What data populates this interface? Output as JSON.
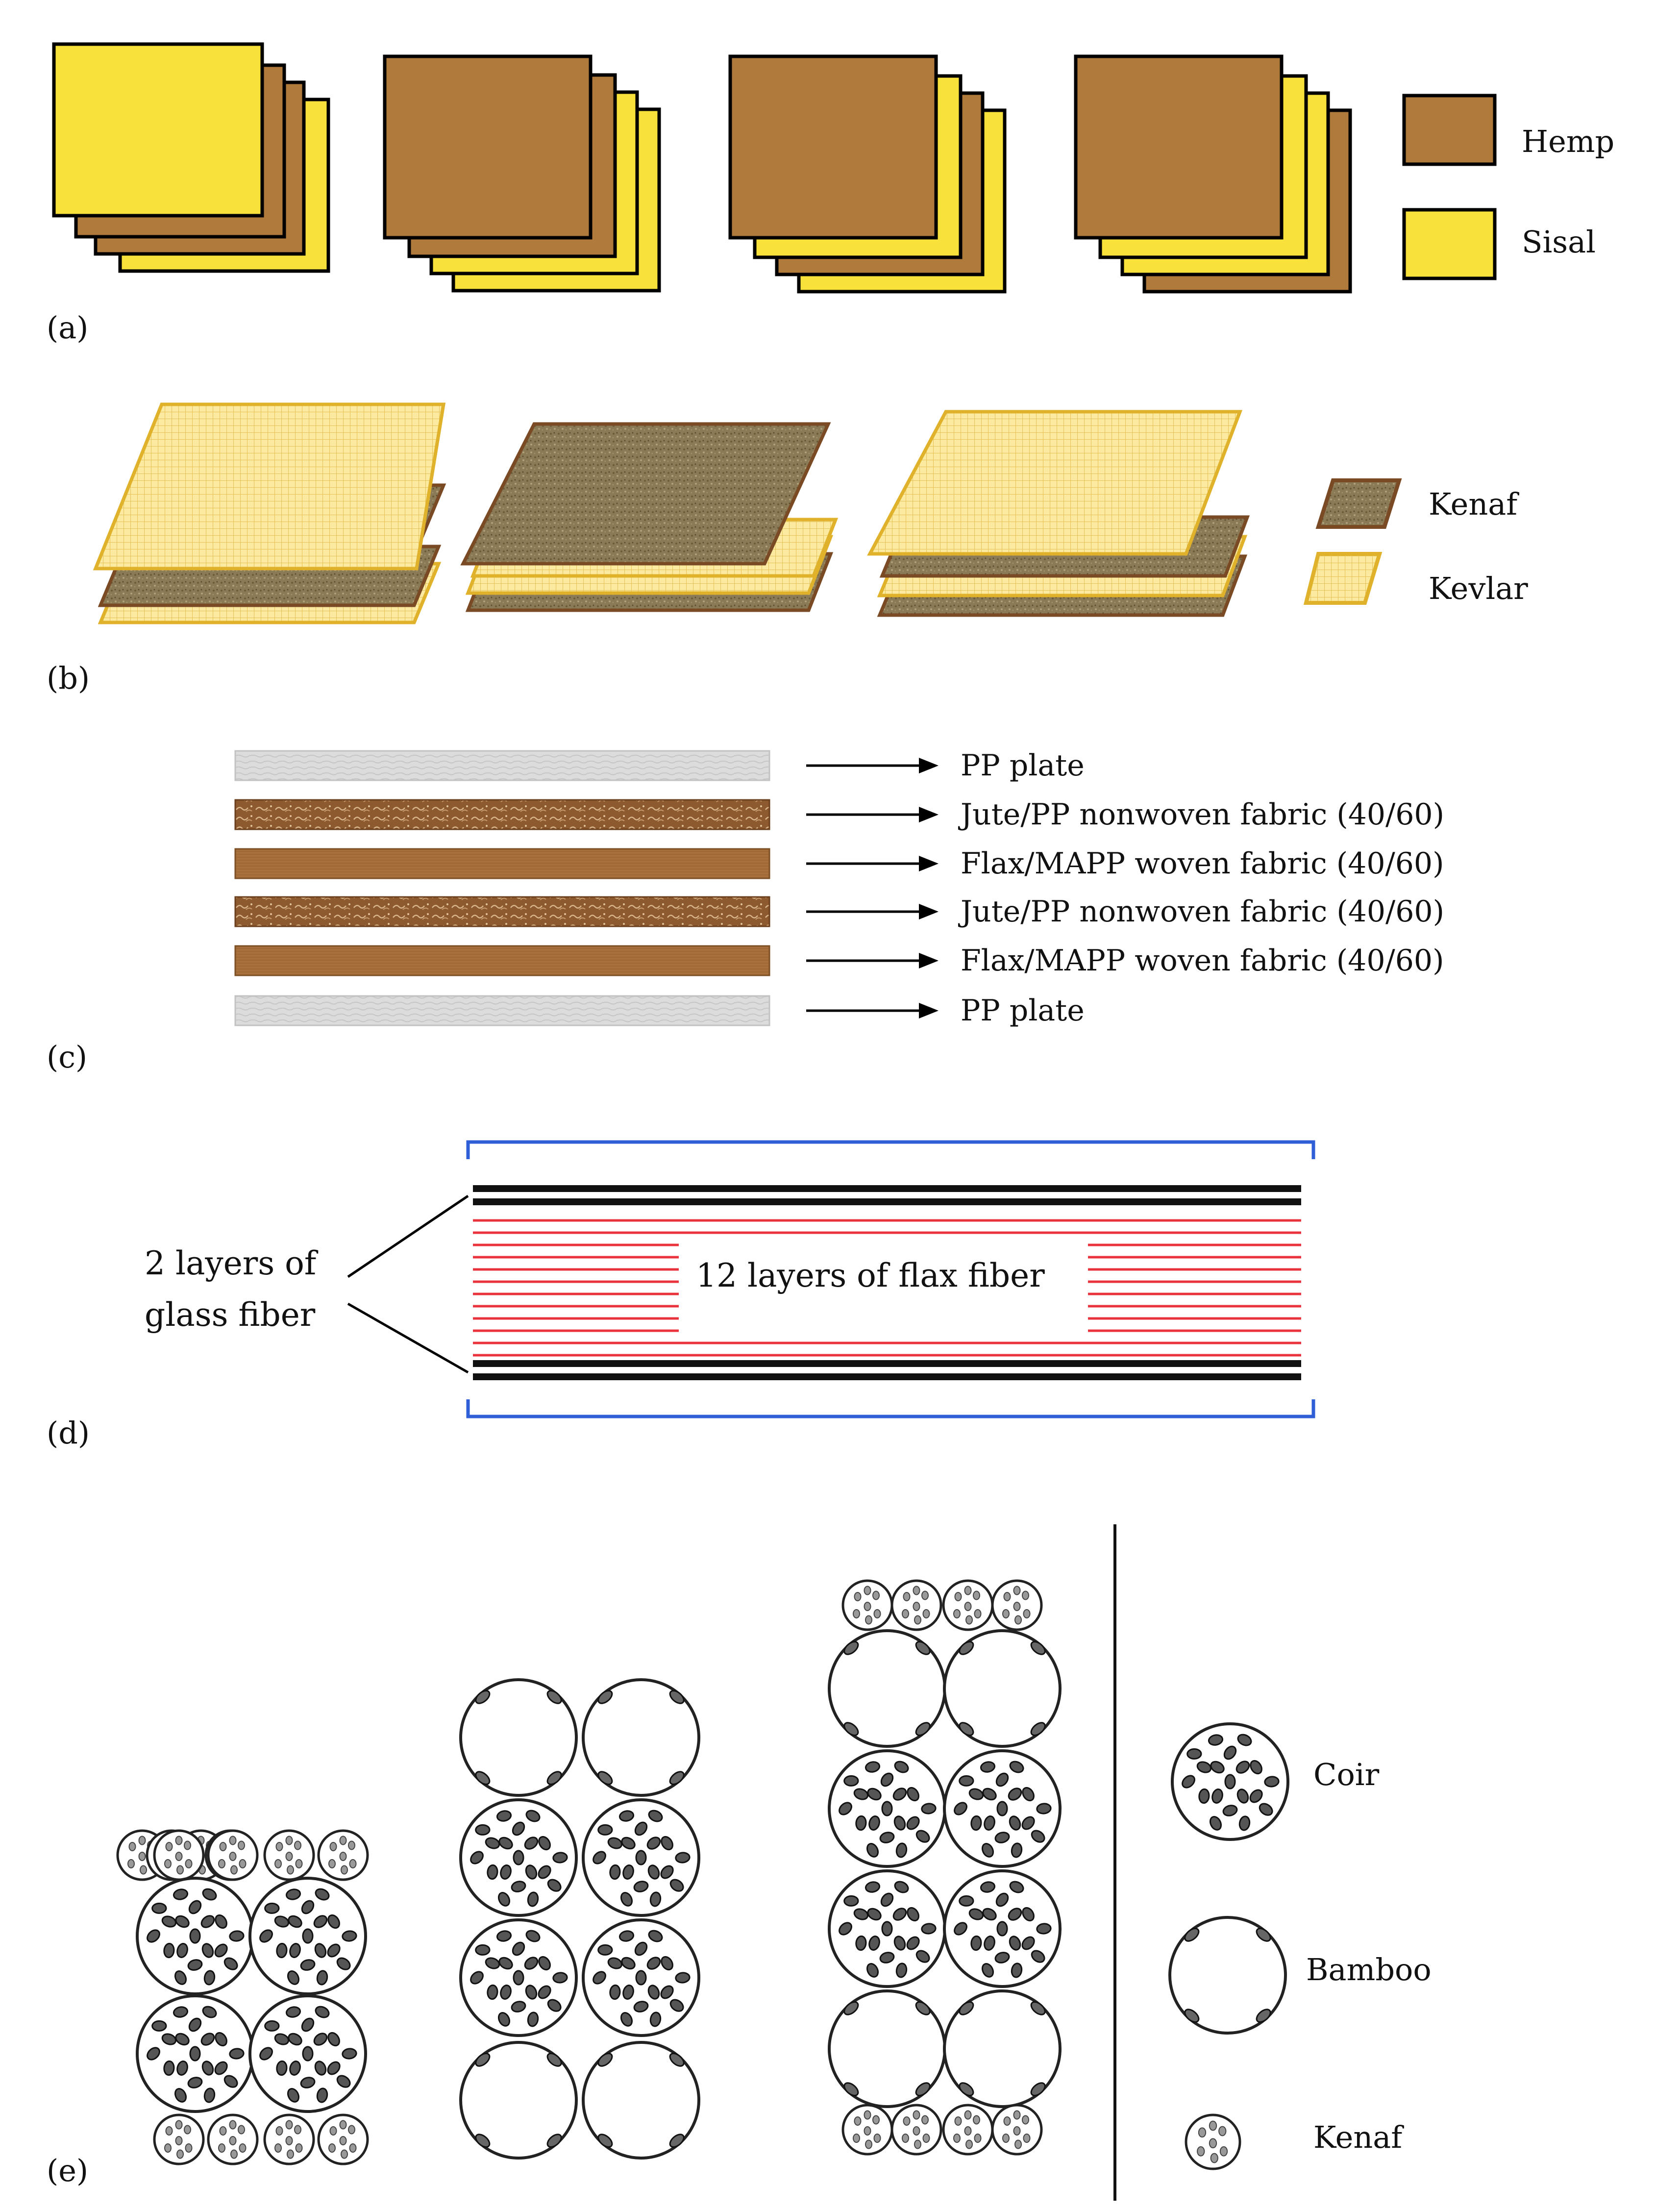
{
  "panels": {
    "a": {
      "label": "(a)",
      "legend": [
        {
          "name": "Hemp",
          "color": "#b07a3c"
        },
        {
          "name": "Sisal",
          "color": "#f7e13a"
        }
      ]
    },
    "b": {
      "label": "(b)",
      "legend": [
        {
          "name": "Kenaf",
          "color": "#8a7a55"
        },
        {
          "name": "Kevlar",
          "color": "#fbeaa0"
        }
      ]
    },
    "c": {
      "label": "(c)",
      "layers": [
        {
          "name": "PP plate",
          "kind": "pp"
        },
        {
          "name": "Jute/PP nonwoven fabric (40/60)",
          "kind": "jute"
        },
        {
          "name": "Flax/MAPP woven fabric (40/60)",
          "kind": "flax"
        },
        {
          "name": "Jute/PP nonwoven fabric (40/60)",
          "kind": "jute"
        },
        {
          "name": "Flax/MAPP woven fabric (40/60)",
          "kind": "flax"
        },
        {
          "name": "PP plate",
          "kind": "pp"
        }
      ]
    },
    "d": {
      "label": "(d)",
      "glass_label_line1": "2 layers of",
      "glass_label_line2": "glass fiber",
      "flax_label": "12 layers of flax fiber",
      "glass_color": "#111111",
      "flax_color": "#e8323c",
      "bracket_color": "#2f5fd6"
    },
    "e": {
      "label": "(e)",
      "legend": [
        {
          "name": "Coir",
          "kind": "coir"
        },
        {
          "name": "Bamboo",
          "kind": "bamboo"
        },
        {
          "name": "Kenaf",
          "kind": "kenaf"
        }
      ]
    }
  },
  "colors": {
    "hemp": "#b07a3c",
    "sisal": "#f7e13a",
    "kenaf_mat": "#8a7a55",
    "kevlar_mat": "#fbeaa0",
    "kevlar_edge": "#e0b12a",
    "kenaf_edge": "#7a4a25",
    "pp": "#dcdcdc",
    "jute": "#8c5a2e",
    "flax": "#a7703c"
  }
}
